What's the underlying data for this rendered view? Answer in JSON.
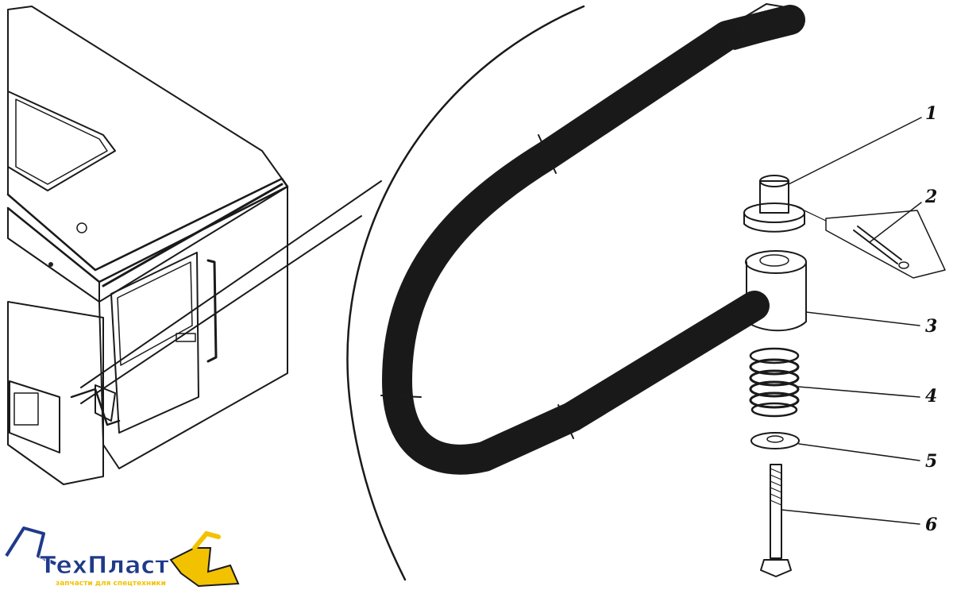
{
  "callouts": [
    {
      "label": "1",
      "part": "threaded-bushing"
    },
    {
      "label": "2",
      "part": "cotter-pin"
    },
    {
      "label": "3",
      "part": "handrail-boss"
    },
    {
      "label": "4",
      "part": "spring"
    },
    {
      "label": "5",
      "part": "washer"
    },
    {
      "label": "6",
      "part": "bolt"
    }
  ],
  "logo": {
    "brand_part1": "Тех",
    "brand_part2": "Пласт",
    "tagline": "запчасти для спецтехники",
    "color_primary": "#1f3a8a",
    "color_accent": "#f2c200"
  },
  "colors": {
    "ink": "#1a1a1a",
    "background": "#ffffff"
  }
}
